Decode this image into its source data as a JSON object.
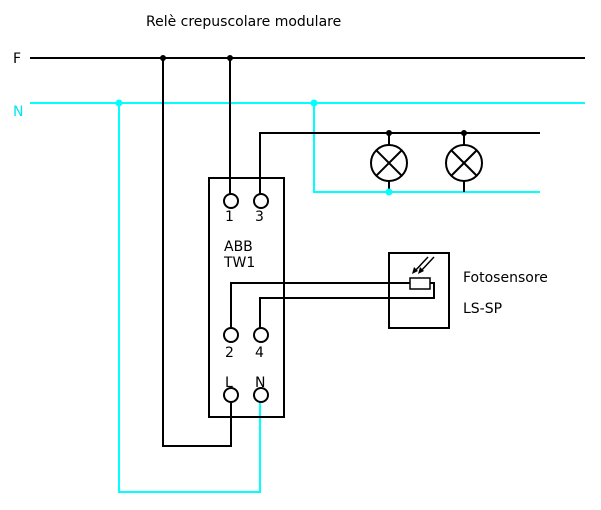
{
  "title": "Relè crepuscolare modulare",
  "buses": {
    "phase_label": "F",
    "neutral_label": "N",
    "phase_color": "#000000",
    "neutral_color": "#00ffff"
  },
  "relay": {
    "brand": "ABB",
    "model": "TW1",
    "terminals": [
      "1",
      "3",
      "2",
      "4",
      "L",
      "N"
    ]
  },
  "sensor": {
    "name": "Fotosensore",
    "model": "LS-SP"
  },
  "lamps": {
    "count": 2
  }
}
